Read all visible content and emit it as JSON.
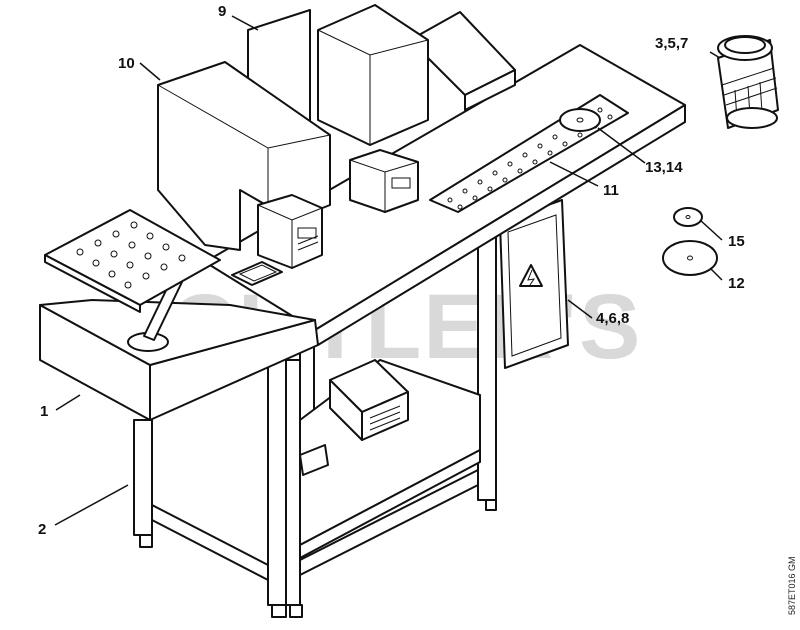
{
  "watermark": "CUTLER'S",
  "drawing_code": "587ET016 GM",
  "callouts": {
    "c1": "1",
    "c2": "2",
    "c9": "9",
    "c10": "10",
    "c11": "11",
    "c12": "12",
    "c13_14": "13,14",
    "c15": "15",
    "c3_5_7": "3,5,7",
    "c4_6_8": "4,6,8"
  },
  "colors": {
    "line": "#111111",
    "watermark": "#d9d9d9",
    "background": "#ffffff"
  }
}
